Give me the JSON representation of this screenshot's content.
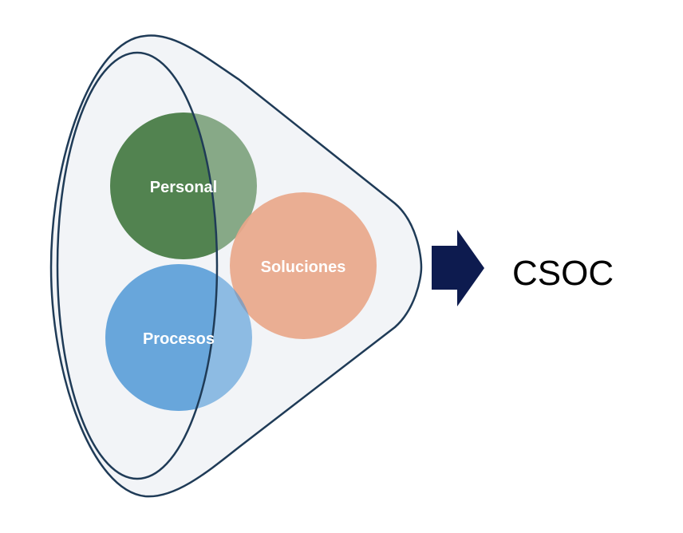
{
  "diagram": {
    "circles": [
      {
        "label": "Personal",
        "color": "#2f6b2c"
      },
      {
        "label": "Soluciones",
        "color": "#e9a78a"
      },
      {
        "label": "Procesos",
        "color": "#4a95d6"
      }
    ],
    "arrow": {
      "color": "#0d1b4f",
      "icon": "arrow-right-icon"
    },
    "output": {
      "label": "CSOC"
    },
    "funnel": {
      "outline_color": "#1f3b57",
      "fill_color": "#f2f4f7"
    }
  }
}
